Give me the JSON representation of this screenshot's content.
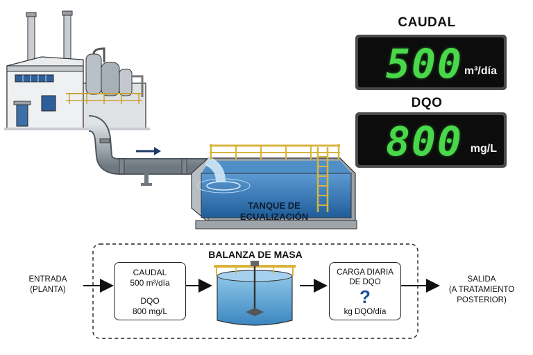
{
  "tank_label_line1": "TANQUE DE",
  "tank_label_line2": "ECUALIZACIÓN",
  "flow_panel": {
    "title": "CAUDAL",
    "value": "500",
    "unit": "m³/día"
  },
  "dqo_panel": {
    "title": "DQO",
    "value": "800",
    "unit": "mg/L"
  },
  "mass_balance": {
    "title": "BALANZA DE MASA",
    "input_line1": "ENTRADA",
    "input_line2": "(PLANTA)",
    "data_box": {
      "caudal_label": "CAUDAL",
      "caudal_value": "500 m³/día",
      "dqo_label": "DQO",
      "dqo_value": "800 mg/L"
    },
    "load_box": {
      "line1": "CARGA DIARIA",
      "line2": "DE DQO",
      "unknown": "?",
      "unit": "kg DQO/día"
    },
    "output_line1": "SALIDA",
    "output_line2": "(A TRATAMIENTO",
    "output_line3": "POSTERIOR)"
  },
  "colors": {
    "display_green": "#49d84a",
    "water": "#3d7fbf",
    "railing": "#d9b43c",
    "pipe": "#aeb6bd"
  }
}
